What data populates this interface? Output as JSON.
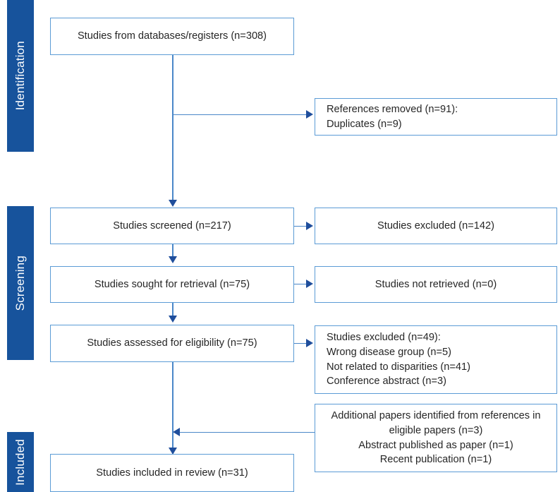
{
  "diagram": {
    "type": "prisma-flow-diagram",
    "colors": {
      "phase_bar": "#17539C",
      "box_border": "#5B9BD5",
      "connector_line": "#4A87C8",
      "arrow_head": "#1F4E9C",
      "text": "#262626",
      "background": "#FFFFFF"
    },
    "phases": [
      {
        "id": "identification",
        "label": "Identification"
      },
      {
        "id": "screening",
        "label": "Screening"
      },
      {
        "id": "included",
        "label": "Included"
      }
    ],
    "boxes": {
      "databases": {
        "text": "Studies from databases/registers (n=308)"
      },
      "removed": {
        "text": "References removed (n=91):\n  Duplicates (n=9)"
      },
      "screened": {
        "text": "Studies screened (n=217)"
      },
      "excluded_screening": {
        "text": "Studies excluded (n=142)"
      },
      "sought": {
        "text": "Studies sought for retrieval (n=75)"
      },
      "not_retrieved": {
        "text": "Studies not retrieved (n=0)"
      },
      "assessed": {
        "text": "Studies assessed for eligibility (n=75)"
      },
      "excluded_eligibility": {
        "text": "Studies excluded (n=49):\n  Wrong disease group (n=5)\n  Not related to disparities (n=41)\n  Conference abstract (n=3)"
      },
      "additional": {
        "text": "Additional papers identified from references in eligible papers (n=3)\nAbstract published as paper (n=1)\nRecent publication (n=1)"
      },
      "included": {
        "text": "Studies included in review (n=31)"
      }
    },
    "counts": {
      "databases_registers": 308,
      "references_removed": 91,
      "duplicates": 9,
      "screened": 217,
      "excluded_at_screening": 142,
      "sought_for_retrieval": 75,
      "not_retrieved": 0,
      "assessed_for_eligibility": 75,
      "excluded_at_eligibility": 49,
      "wrong_disease_group": 5,
      "not_related_to_disparities": 41,
      "conference_abstract": 3,
      "additional_from_references": 3,
      "abstract_published_as_paper": 1,
      "recent_publication": 1,
      "included_in_review": 31
    }
  }
}
